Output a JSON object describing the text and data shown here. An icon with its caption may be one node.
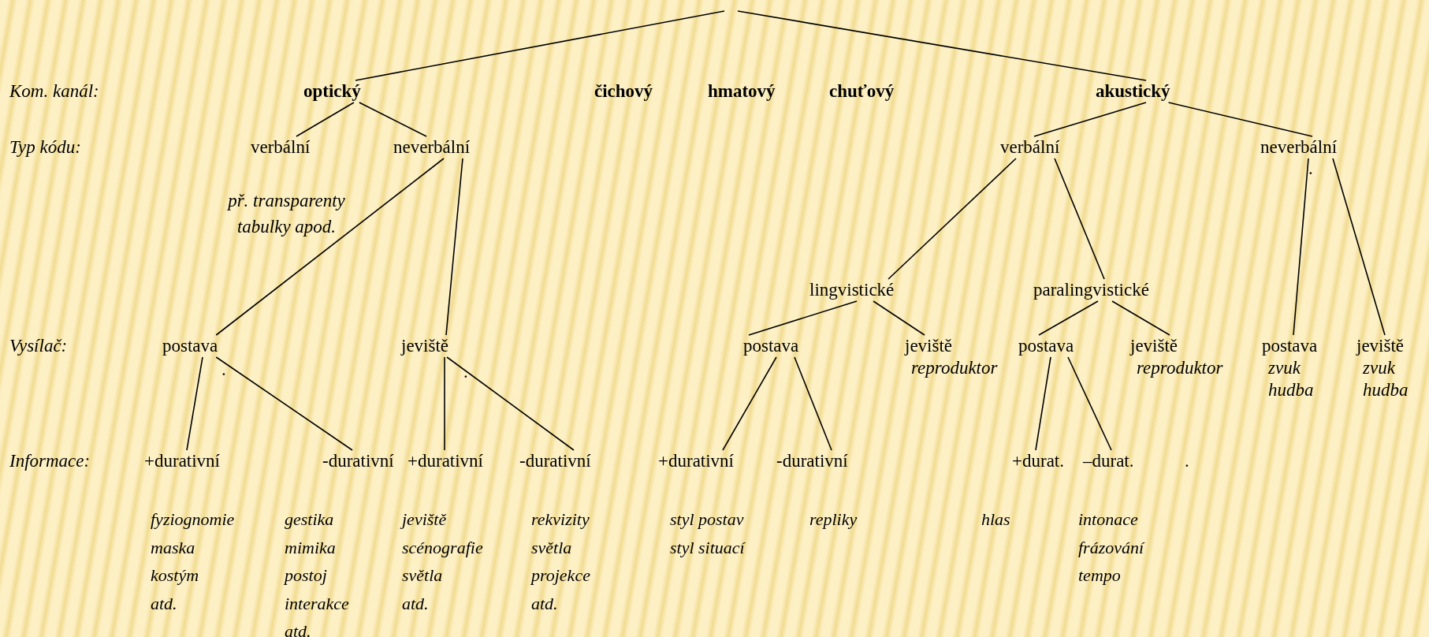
{
  "diagram": {
    "nodes": [
      {
        "text": [
          "optický"
        ]
      },
      {
        "text": [
          "čichový"
        ]
      },
      {
        "text": [
          "hmatový"
        ]
      },
      {
        "text": [
          "chuťový"
        ]
      },
      {
        "text": [
          "akustický"
        ]
      },
      {
        "text": [
          "verbální"
        ]
      },
      {
        "text": [
          "neverbální"
        ]
      },
      {
        "text": [
          "verbální"
        ]
      },
      {
        "text": [
          "neverbální"
        ]
      },
      {
        "text": [
          "lingvistické"
        ]
      },
      {
        "text": [
          "paralingvistické"
        ]
      },
      {
        "text": [
          "postava"
        ]
      },
      {
        "text": [
          "jeviště"
        ]
      },
      {
        "text": [
          "postava"
        ]
      },
      {
        "text": [
          "jeviště",
          "reproduktor"
        ]
      },
      {
        "text": [
          "postava"
        ]
      },
      {
        "text": [
          "jeviště",
          "reproduktor"
        ]
      },
      {
        "text": [
          "postava",
          "zvuk",
          "hudba"
        ]
      },
      {
        "text": [
          "jeviště",
          "zvuk",
          "hudba"
        ]
      },
      {
        "text": [
          "+durativní"
        ],
        "beside": [
          "fyziognomie",
          "maska",
          "kostým",
          "atd."
        ]
      },
      {
        "text": [
          "-durativní"
        ],
        "beside": [
          "gestika",
          "mimika",
          "postoj",
          "interakce",
          "atd."
        ]
      },
      {
        "text": [
          "+durativní"
        ],
        "beside": [
          "jeviště",
          "scénografie",
          "světla",
          "atd."
        ]
      },
      {
        "text": [
          "-durativní"
        ],
        "beside": [
          "rekvizity",
          "světla",
          "projekce",
          "atd."
        ]
      },
      {
        "text": [
          "+durativní"
        ],
        "beside": [
          "styl postav",
          "styl situací"
        ]
      },
      {
        "text": [
          "-durativní"
        ],
        "beside": [
          "repliky"
        ]
      },
      {
        "text": [
          "+durat."
        ],
        "beside": [
          "hlas"
        ]
      },
      {
        "text": [
          "–durat."
        ],
        "beside": [
          "intonace",
          "frázování",
          "tempo"
        ]
      }
    ],
    "edges": [
      {
        "from": null,
        "to": 0,
        "arrow": "none"
      },
      {
        "from": null,
        "to": 4,
        "arrow": "none"
      },
      {
        "from": 0,
        "to": 5,
        "arrow": "none"
      },
      {
        "from": 0,
        "to": 6,
        "arrow": "none"
      },
      {
        "from": 4,
        "to": 7,
        "arrow": "none"
      },
      {
        "from": 4,
        "to": 8,
        "arrow": "none"
      },
      {
        "from": 6,
        "to": 11,
        "arrow": "none"
      },
      {
        "from": 6,
        "to": 12,
        "arrow": "none"
      },
      {
        "from": 7,
        "to": 9,
        "arrow": "none"
      },
      {
        "from": 7,
        "to": 10,
        "arrow": "none"
      },
      {
        "from": 8,
        "to": 17,
        "arrow": "none"
      },
      {
        "from": 8,
        "to": 18,
        "arrow": "none"
      },
      {
        "from": 9,
        "to": 13,
        "arrow": "none"
      },
      {
        "from": 9,
        "to": 14,
        "arrow": "none"
      },
      {
        "from": 10,
        "to": 15,
        "arrow": "none"
      },
      {
        "from": 10,
        "to": 16,
        "arrow": "none"
      },
      {
        "from": 11,
        "to": 19,
        "arrow": "none"
      },
      {
        "from": 11,
        "to": 20,
        "arrow": "none"
      },
      {
        "from": 12,
        "to": 21,
        "arrow": "none"
      },
      {
        "from": 12,
        "to": 22,
        "arrow": "none"
      },
      {
        "from": 13,
        "to": 23,
        "arrow": "none"
      },
      {
        "from": 13,
        "to": 24,
        "arrow": "none"
      },
      {
        "from": 15,
        "to": 25,
        "arrow": "none"
      },
      {
        "from": 15,
        "to": 26,
        "arrow": "none"
      }
    ],
    "labels": [
      "Kom. kanál:",
      "Typ kódu:",
      ".",
      "př. transparenty tabulky apod.",
      "Vysílač:",
      ".",
      ".",
      "Informace:",
      "."
    ]
  }
}
